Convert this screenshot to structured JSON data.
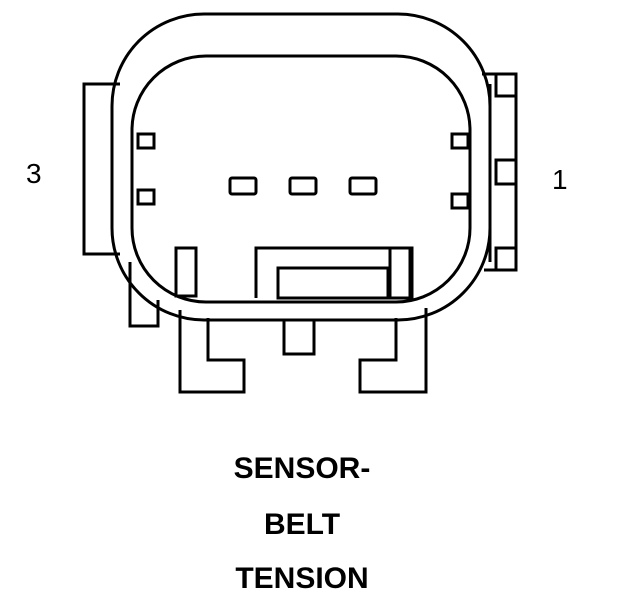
{
  "connector": {
    "pin_left_label": "3",
    "pin_right_label": "1",
    "cavities": 3
  },
  "caption": {
    "line1": "SENSOR-",
    "line2": "BELT",
    "line3": "TENSION"
  },
  "colors": {
    "stroke": "#000000",
    "background": "#ffffff"
  }
}
